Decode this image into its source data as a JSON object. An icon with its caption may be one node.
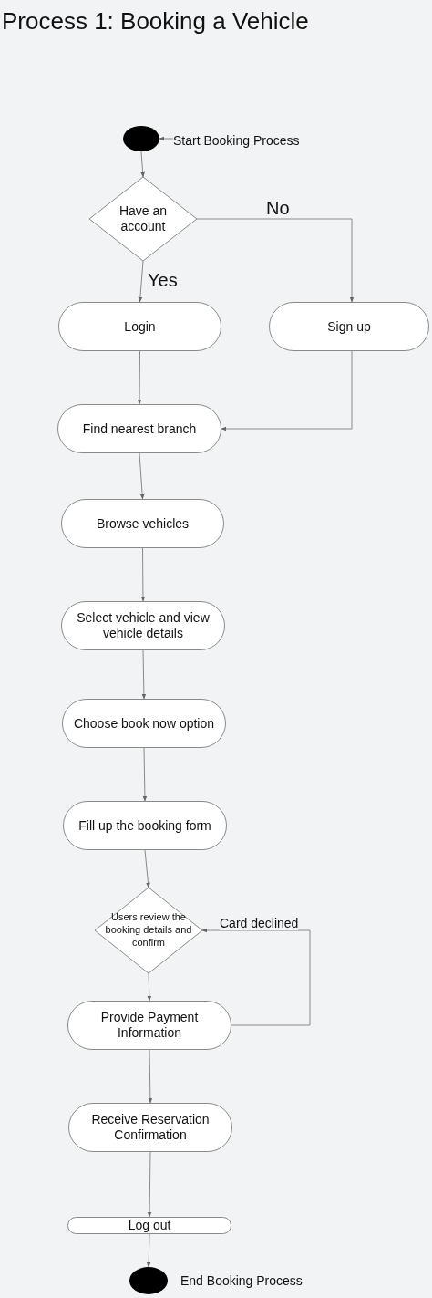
{
  "diagram": {
    "title": "Process 1: Booking a Vehicle",
    "nodes": [
      {
        "text": [],
        "shape": "circle"
      },
      {
        "text": [
          "Start Booking Process"
        ]
      },
      {
        "text": [
          "Have an account"
        ]
      },
      {
        "text": [
          "Login"
        ]
      },
      {
        "text": [
          "Sign up"
        ]
      },
      {
        "text": [
          "Find nearest branch"
        ]
      },
      {
        "text": [
          "Browse vehicles"
        ]
      },
      {
        "text": [
          "Select vehicle and view vehicle details"
        ]
      },
      {
        "text": [
          "Choose book now option"
        ]
      },
      {
        "text": [
          "Fill up the booking form"
        ]
      },
      {
        "text": [
          "Users review the booking details and confirm"
        ]
      },
      {
        "text": [
          "Provide Payment Information"
        ]
      },
      {
        "text": [
          "Receive Reservation Confirmation"
        ]
      },
      {
        "text": [
          "Log out"
        ]
      },
      {
        "text": [],
        "shape": "circle",
        "beside": [
          "End Booking Process"
        ]
      }
    ],
    "edges": [
      {
        "from": 1,
        "to": 0,
        "arrow": "to"
      },
      {
        "from": 0,
        "to": 2,
        "arrow": "to"
      },
      {
        "from": 2,
        "to": 3,
        "arrow": "to",
        "label": "Yes"
      },
      {
        "from": 2,
        "to": 4,
        "arrow": "to",
        "label": "No"
      },
      {
        "from": 3,
        "to": 5,
        "arrow": "to"
      },
      {
        "from": 4,
        "to": 5,
        "arrow": "to"
      },
      {
        "from": 5,
        "to": 6,
        "arrow": "to"
      },
      {
        "from": 6,
        "to": 7,
        "arrow": "to"
      },
      {
        "from": 7,
        "to": 8,
        "arrow": "to"
      },
      {
        "from": 8,
        "to": 9,
        "arrow": "to"
      },
      {
        "from": 9,
        "to": 10,
        "arrow": "to"
      },
      {
        "from": 10,
        "to": 11,
        "arrow": "to"
      },
      {
        "from": 11,
        "to": 10,
        "arrow": "to",
        "label": "Card declined"
      },
      {
        "from": 11,
        "to": 12,
        "arrow": "to"
      },
      {
        "from": 12,
        "to": 13,
        "arrow": "to"
      },
      {
        "from": 13,
        "to": 14,
        "arrow": "to"
      }
    ]
  }
}
